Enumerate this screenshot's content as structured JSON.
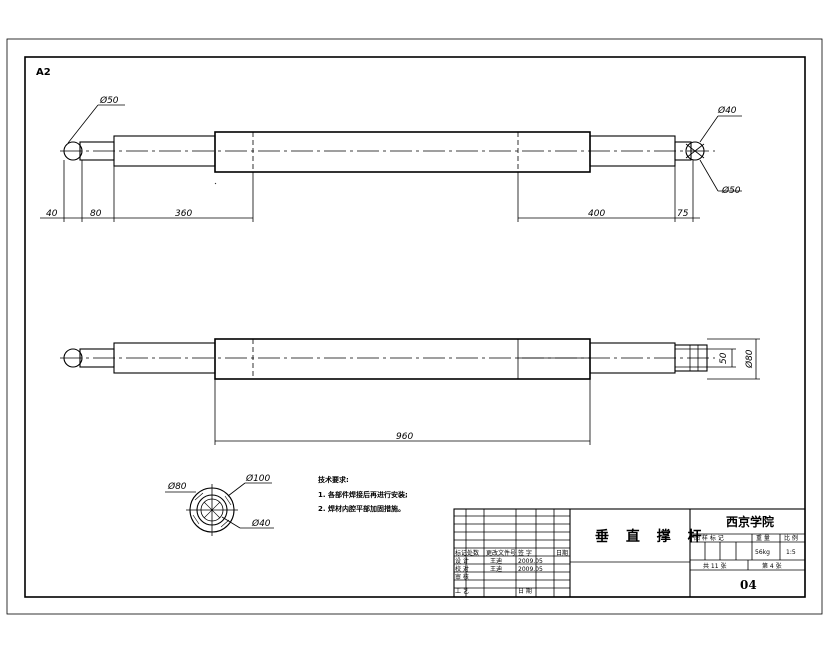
{
  "sheet": {
    "size": "A2"
  },
  "dims": {
    "d50_top": "Ø50",
    "d40_right": "Ø40",
    "d50_right": "Ø50",
    "len_40": "40",
    "len_80": "80",
    "len_360": "360",
    "len_400": "400",
    "len_75": "75",
    "len_50": "50",
    "d80_right": "Ø80",
    "len_960": "960",
    "sec_d80": "Ø80",
    "sec_d100": "Ø100",
    "sec_d40": "Ø40"
  },
  "notes": {
    "title": "技术要求:",
    "line1": "1. 各部件焊接后再进行安装;",
    "line2": "2. 焊材内腔平部加固措施。"
  },
  "title_block": {
    "part_name": "垂 直 撑 杆",
    "school": "西京学院",
    "drawing_no": "04",
    "stage_label": "图 样 标 记",
    "weight_label": "重 量",
    "scale_label": "比 例",
    "weight": "56kg",
    "scale": "1:5",
    "sheets_total": "共 11 张",
    "sheet_no": "第 4 张",
    "rev_mark": "标记",
    "rev_count": "处数",
    "rev_doc": "更改文件号",
    "rev_sign": "签 字",
    "rev_date": "日期",
    "design_label": "设 计",
    "design_name": "王迪",
    "design_date": "2009.05",
    "check_label": "校 对",
    "check_name": "王迪",
    "check_date": "2009.05",
    "review_label": "审 核",
    "process_label": "工 艺",
    "date_label": "日 期"
  }
}
